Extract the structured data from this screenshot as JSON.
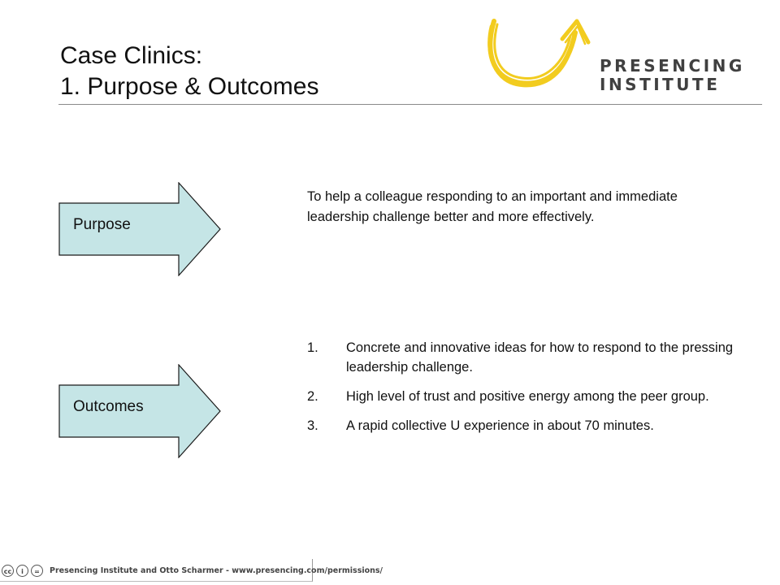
{
  "header": {
    "title_line1": "Case Clinics:",
    "title_line2": "1. Purpose & Outcomes"
  },
  "logo": {
    "line1": "PRESENCING",
    "line2": "INSTITUTE",
    "u_color": "#f2cc1f",
    "text_color": "#404040"
  },
  "purpose": {
    "label": "Purpose",
    "text": "To help a colleague responding to an important and immediate leadership challenge better and more effectively."
  },
  "outcomes": {
    "label": "Outcomes",
    "items": [
      {
        "num": "1.",
        "text": "Concrete and innovative ideas for how to respond to the pressing leadership challenge."
      },
      {
        "num": "2.",
        "text": "High level of trust and positive energy among the peer group."
      },
      {
        "num": "3.",
        "text": "A rapid collective U experience in about 70 minutes."
      }
    ]
  },
  "arrow_fill": "#c5e5e6",
  "footer": {
    "icons": [
      "cc",
      "i",
      "="
    ],
    "text": "Presencing Institute and Otto Scharmer - www.presencing.com/permissions/"
  }
}
